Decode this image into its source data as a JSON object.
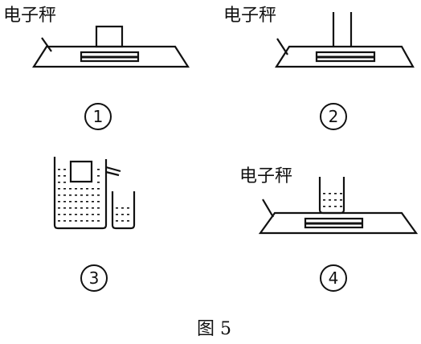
{
  "labels": {
    "scale1": "电子秤",
    "scale2": "电子秤",
    "scale4": "电子秤"
  },
  "steps": [
    "1",
    "2",
    "3",
    "4"
  ],
  "caption": "图 5"
}
